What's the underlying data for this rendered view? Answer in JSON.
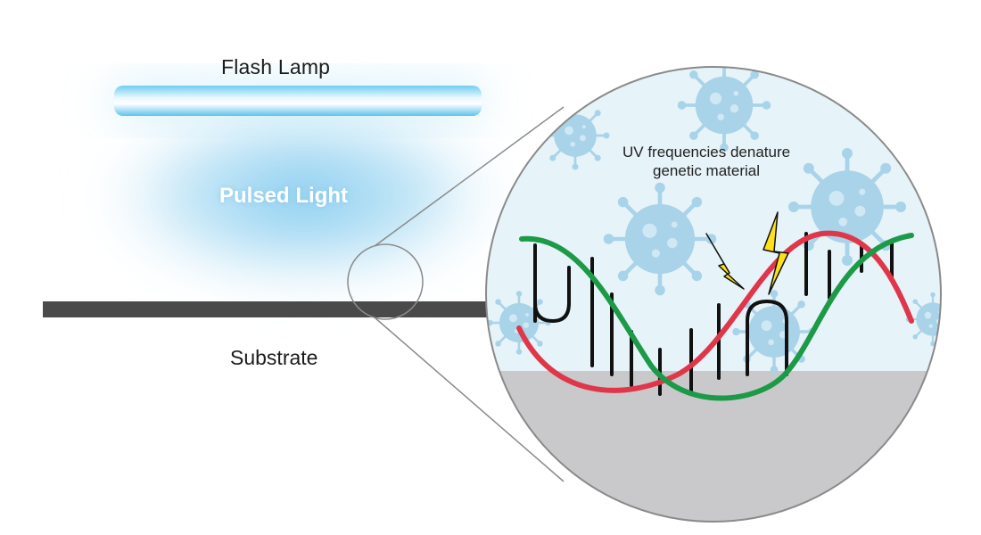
{
  "labels": {
    "lamp": "Flash Lamp",
    "pulsed": "Pulsed Light",
    "substrate": "Substrate",
    "uv_line1": "UV frequencies denature",
    "uv_line2": "genetic material"
  },
  "colors": {
    "lamp": "#7fd3f2",
    "glow": "#8fd0f0",
    "substrate": "#4a4a4a",
    "zoom_background": "#e6f3f9",
    "zoom_surface": "#c9c9cb",
    "virus": "#a9d3e8",
    "strand_red": "#e0364a",
    "strand_green": "#1c9a48",
    "rung": "#111111",
    "lightning": "#ffe11a"
  },
  "icons": [
    "virus-icon",
    "lightning-bolt-icon"
  ]
}
